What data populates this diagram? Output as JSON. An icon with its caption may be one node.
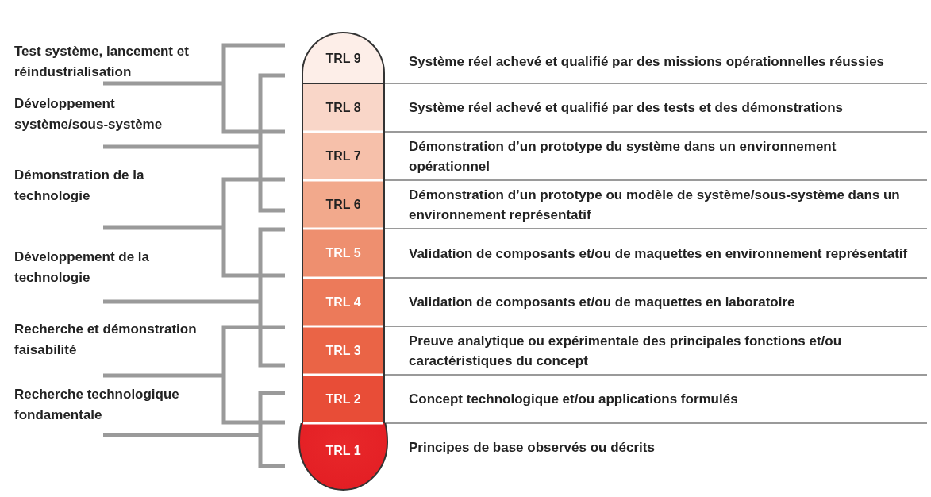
{
  "diagram": {
    "nodes": [
      {
        "text": [
          "Test système, lancement et réindustrialisation"
        ]
      },
      {
        "text": [
          "Développement système/sous-système"
        ]
      },
      {
        "text": [
          "Démonstration de la technologie"
        ]
      },
      {
        "text": [
          "Développement de la technologie"
        ]
      },
      {
        "text": [
          "Recherche et démonstration faisabilité"
        ]
      },
      {
        "text": [
          "Recherche technologique fondamentale"
        ]
      },
      {
        "text": [
          "TRL 9"
        ],
        "beside": [
          "Système réel achevé et qualifié par des missions opérationnelles réussies"
        ]
      },
      {
        "text": [
          "TRL 8"
        ],
        "beside": [
          "Système réel achevé et qualifié par des tests et des démonstrations"
        ]
      },
      {
        "text": [
          "TRL 7"
        ],
        "beside": [
          "Démonstration d’un prototype du système dans un environnement opérationnel"
        ]
      },
      {
        "text": [
          "TRL 6"
        ],
        "beside": [
          "Démonstration d’un prototype ou modèle de système/sous-système dans un environnement représentatif"
        ]
      },
      {
        "text": [
          "TRL 5"
        ],
        "beside": [
          "Validation de composants et/ou de maquettes en environnement représentatif"
        ]
      },
      {
        "text": [
          "TRL 4"
        ],
        "beside": [
          "Validation de composants et/ou de maquettes en laboratoire"
        ]
      },
      {
        "text": [
          "TRL 3"
        ],
        "beside": [
          "Preuve analytique ou expérimentale des principales fonctions et/ou caractéristiques du concept"
        ]
      },
      {
        "text": [
          "TRL 2"
        ],
        "beside": [
          "Concept technologique et/ou applications formulés"
        ]
      },
      {
        "text": [
          "TRL 1"
        ],
        "beside": [
          "Principes de base observés ou décrits"
        ]
      }
    ]
  }
}
